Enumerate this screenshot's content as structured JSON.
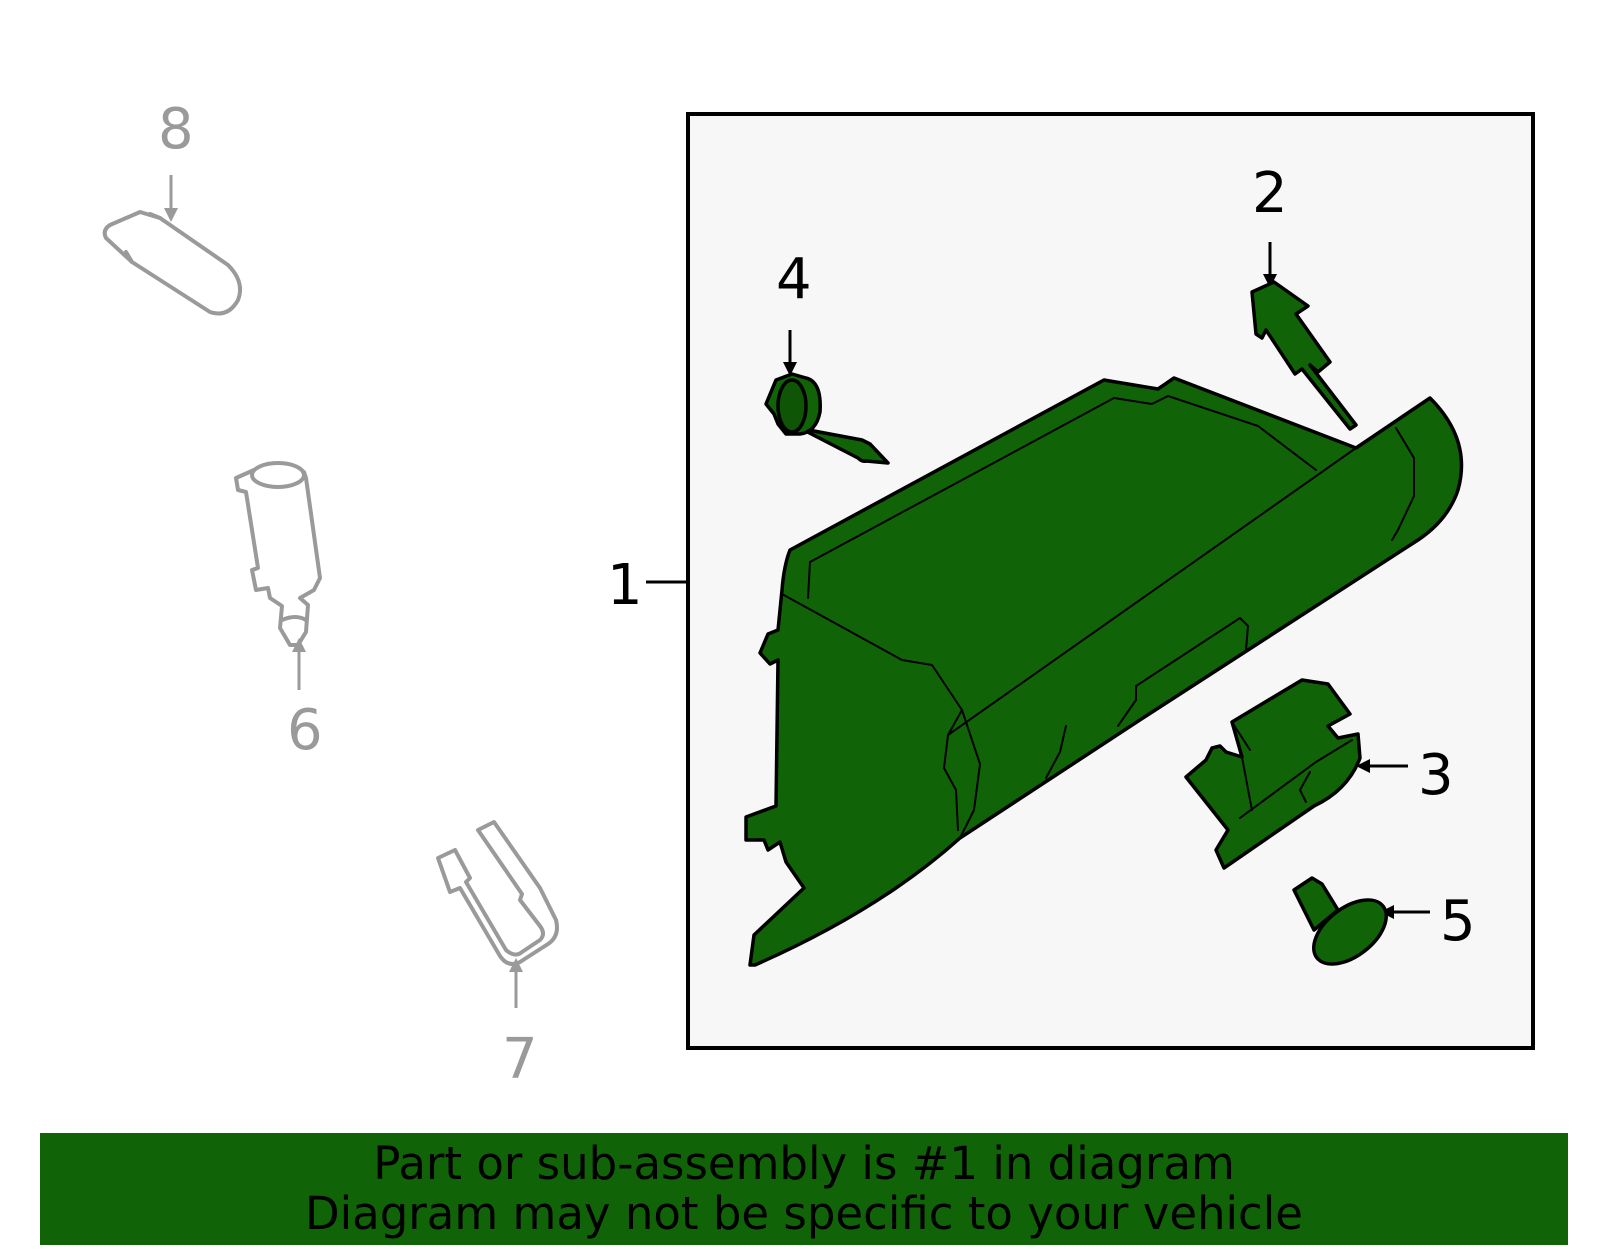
{
  "callouts": {
    "c1": "1",
    "c2": "2",
    "c3": "3",
    "c4": "4",
    "c5": "5",
    "c6": "6",
    "c7": "7",
    "c8": "8"
  },
  "banner": {
    "line1": "Part or sub-assembly is #1 in diagram",
    "line2": "Diagram may not be specific to your vehicle"
  },
  "colors": {
    "highlight_part": "#106306",
    "banner": "#106306",
    "frame": "#000000",
    "frame_fill": "#f7f7f7",
    "context_part": "#9a9a9a"
  }
}
